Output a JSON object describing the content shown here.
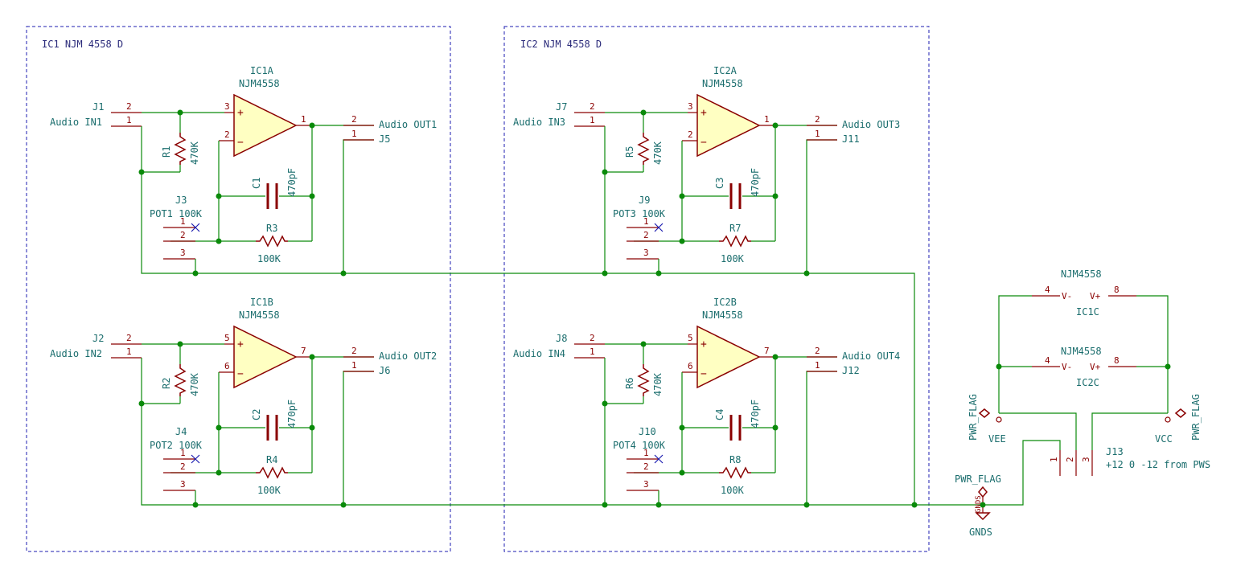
{
  "sheets": [
    {
      "label": "IC1 NJM 4558 D"
    },
    {
      "label": "IC2 NJM 4558 D"
    }
  ],
  "channels": [
    {
      "amp_ref": "IC1A",
      "amp_val": "NJM4558",
      "in_pin": "3",
      "inv_pin": "2",
      "out_pin": "1",
      "in_conn": "J1",
      "in_label": "Audio IN1",
      "out_conn": "J5",
      "out_label": "Audio OUT1",
      "r_in_ref": "R1",
      "r_in_val": "470K",
      "cap_ref": "C1",
      "cap_val": "470pF",
      "r_fb_ref": "R3",
      "r_fb_val": "100K",
      "pot_ref": "J3",
      "pot_val": "POT1 100K"
    },
    {
      "amp_ref": "IC1B",
      "amp_val": "NJM4558",
      "in_pin": "5",
      "inv_pin": "6",
      "out_pin": "7",
      "in_conn": "J2",
      "in_label": "Audio IN2",
      "out_conn": "J6",
      "out_label": "Audio OUT2",
      "r_in_ref": "R2",
      "r_in_val": "470K",
      "cap_ref": "C2",
      "cap_val": "470pF",
      "r_fb_ref": "R4",
      "r_fb_val": "100K",
      "pot_ref": "J4",
      "pot_val": "POT2 100K"
    },
    {
      "amp_ref": "IC2A",
      "amp_val": "NJM4558",
      "in_pin": "3",
      "inv_pin": "2",
      "out_pin": "1",
      "in_conn": "J7",
      "in_label": "Audio IN3",
      "out_conn": "J11",
      "out_label": "Audio OUT3",
      "r_in_ref": "R5",
      "r_in_val": "470K",
      "cap_ref": "C3",
      "cap_val": "470pF",
      "r_fb_ref": "R7",
      "r_fb_val": "100K",
      "pot_ref": "J9",
      "pot_val": "POT3 100K"
    },
    {
      "amp_ref": "IC2B",
      "amp_val": "NJM4558",
      "in_pin": "5",
      "inv_pin": "6",
      "out_pin": "7",
      "in_conn": "J8",
      "in_label": "Audio IN4",
      "out_conn": "J12",
      "out_label": "Audio OUT4",
      "r_in_ref": "R6",
      "r_in_val": "470K",
      "cap_ref": "C4",
      "cap_val": "470pF",
      "r_fb_ref": "R8",
      "r_fb_val": "100K",
      "pot_ref": "J10",
      "pot_val": "POT4 100K"
    }
  ],
  "power_units": [
    {
      "ref": "IC1C",
      "val": "NJM4558",
      "vminus_pin": "4",
      "vplus_pin": "8",
      "vminus_label": "V-",
      "vplus_label": "V+"
    },
    {
      "ref": "IC2C",
      "val": "NJM4558",
      "vminus_pin": "4",
      "vplus_pin": "8",
      "vminus_label": "V-",
      "vplus_label": "V+"
    }
  ],
  "power": {
    "vee_label": "VEE",
    "vcc_label": "VCC",
    "gnd_label": "GNDS",
    "gnd_symbol_text": "GNDS",
    "pwr_flag": "PWR_FLAG",
    "pwr_conn_ref": "J13",
    "pwr_conn_val": "+12 0 -12 from PWS"
  }
}
